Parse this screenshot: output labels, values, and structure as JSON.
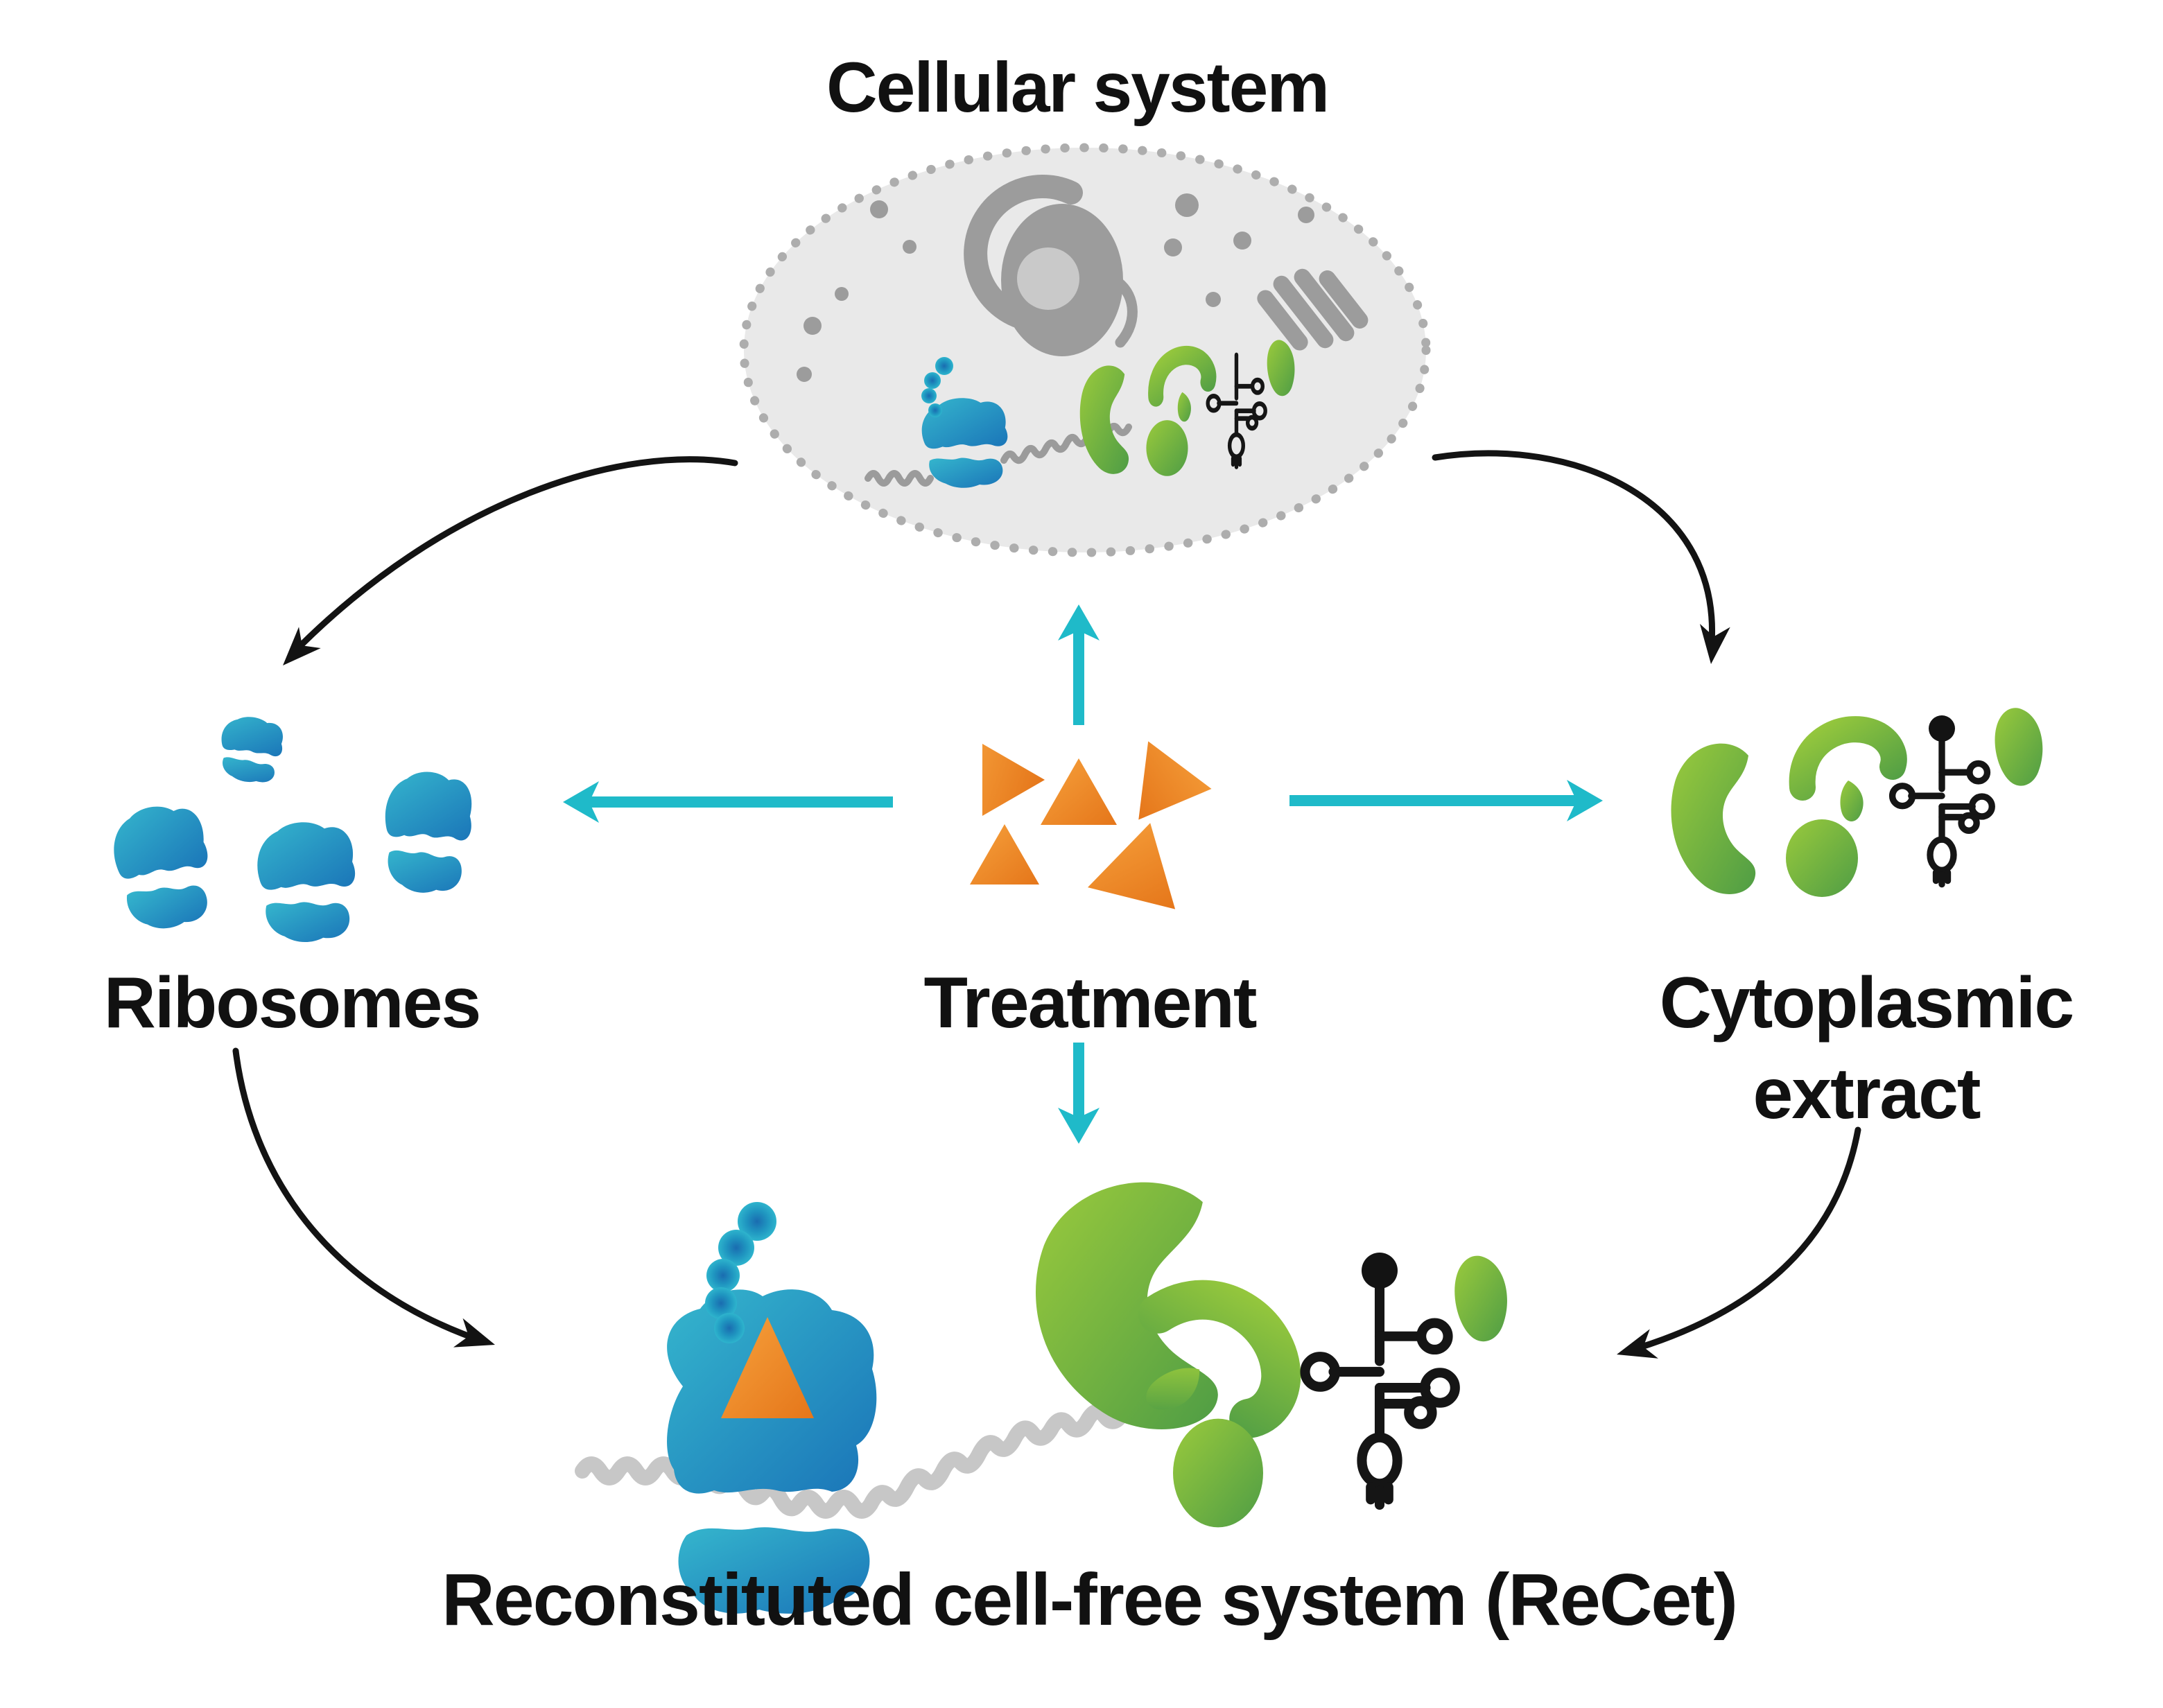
{
  "title": "Cellular system",
  "nodes": {
    "ribosomes": {
      "label": "Ribosomes"
    },
    "treatment": {
      "label": "Treatment"
    },
    "cytoplasmic": {
      "label_line1": "Cytoplasmic",
      "label_line2": "extract"
    },
    "recet": {
      "label": "Reconstituted cell-free system (ReCet)"
    }
  },
  "diagram": {
    "edges": [
      {
        "from": "cellular-system",
        "to": "ribosomes",
        "style": "black-curved-arrow"
      },
      {
        "from": "cellular-system",
        "to": "cytoplasmic-extract",
        "style": "black-curved-arrow"
      },
      {
        "from": "treatment",
        "to": "cellular-system",
        "style": "cyan-straight-arrow"
      },
      {
        "from": "treatment",
        "to": "ribosomes",
        "style": "cyan-straight-arrow"
      },
      {
        "from": "treatment",
        "to": "cytoplasmic-extract",
        "style": "cyan-straight-arrow"
      },
      {
        "from": "treatment",
        "to": "recet",
        "style": "cyan-straight-arrow"
      },
      {
        "from": "ribosomes",
        "to": "recet",
        "style": "black-curved-arrow"
      },
      {
        "from": "cytoplasmic-extract",
        "to": "recet",
        "style": "black-curved-arrow"
      }
    ]
  },
  "colors": {
    "accent_cyan": "#1fbac9",
    "ribosome_blue_light": "#35b6cd",
    "ribosome_blue_dark": "#1a74b8",
    "protein_green_light": "#9aca3c",
    "protein_green_dark": "#4f9d45",
    "treatment_orange_light": "#f6a13c",
    "treatment_orange_dark": "#e5761a",
    "cell_fill": "#e9e9e9",
    "cell_border": "#adadad",
    "organelle_gray": "#9c9c9c",
    "mrna_gray_cell": "#9b9b9b",
    "mrna_gray_free": "#c7c7c7",
    "arrow_black": "#131313",
    "text_black": "#111111"
  }
}
